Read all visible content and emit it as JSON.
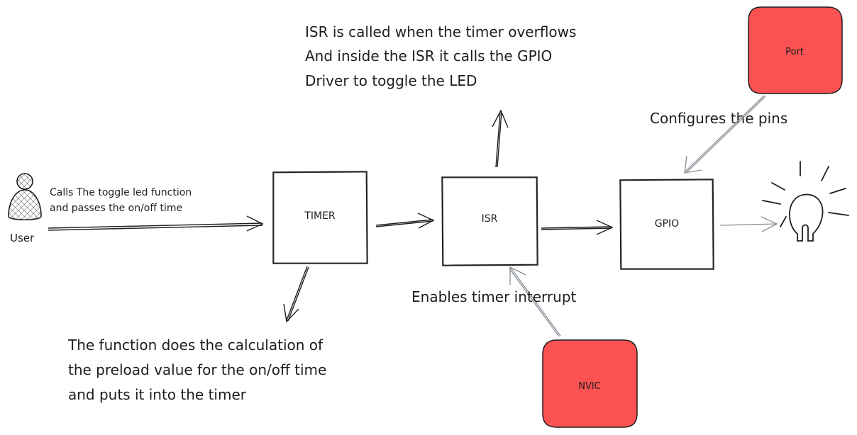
{
  "labels": {
    "user": "User",
    "user_calls_line1": "Calls The toggle led function",
    "user_calls_line2": "and passes the on/off time",
    "timer": "TIMER",
    "isr": "ISR",
    "gpio": "GPIO",
    "port": "Port",
    "nvic": "NVIC",
    "isr_note_line1": "ISR is called when the timer overflows",
    "isr_note_line2": "And inside the ISR it calls the GPIO",
    "isr_note_line3": "Driver to toggle the LED",
    "configures_pins": "Configures the pins",
    "enables_interrupt": "Enables timer interrupt",
    "timer_note_line1": "The function does the calculation of",
    "timer_note_line2": "the preload value for the on/off time",
    "timer_note_line3": "and puts it into the timer"
  },
  "colors": {
    "stroke": "#1e1e1e",
    "red_box": "#fa5252",
    "faint_arrow": "#868e96"
  },
  "icons": {
    "user": "user-icon",
    "led": "light-bulb-icon"
  }
}
